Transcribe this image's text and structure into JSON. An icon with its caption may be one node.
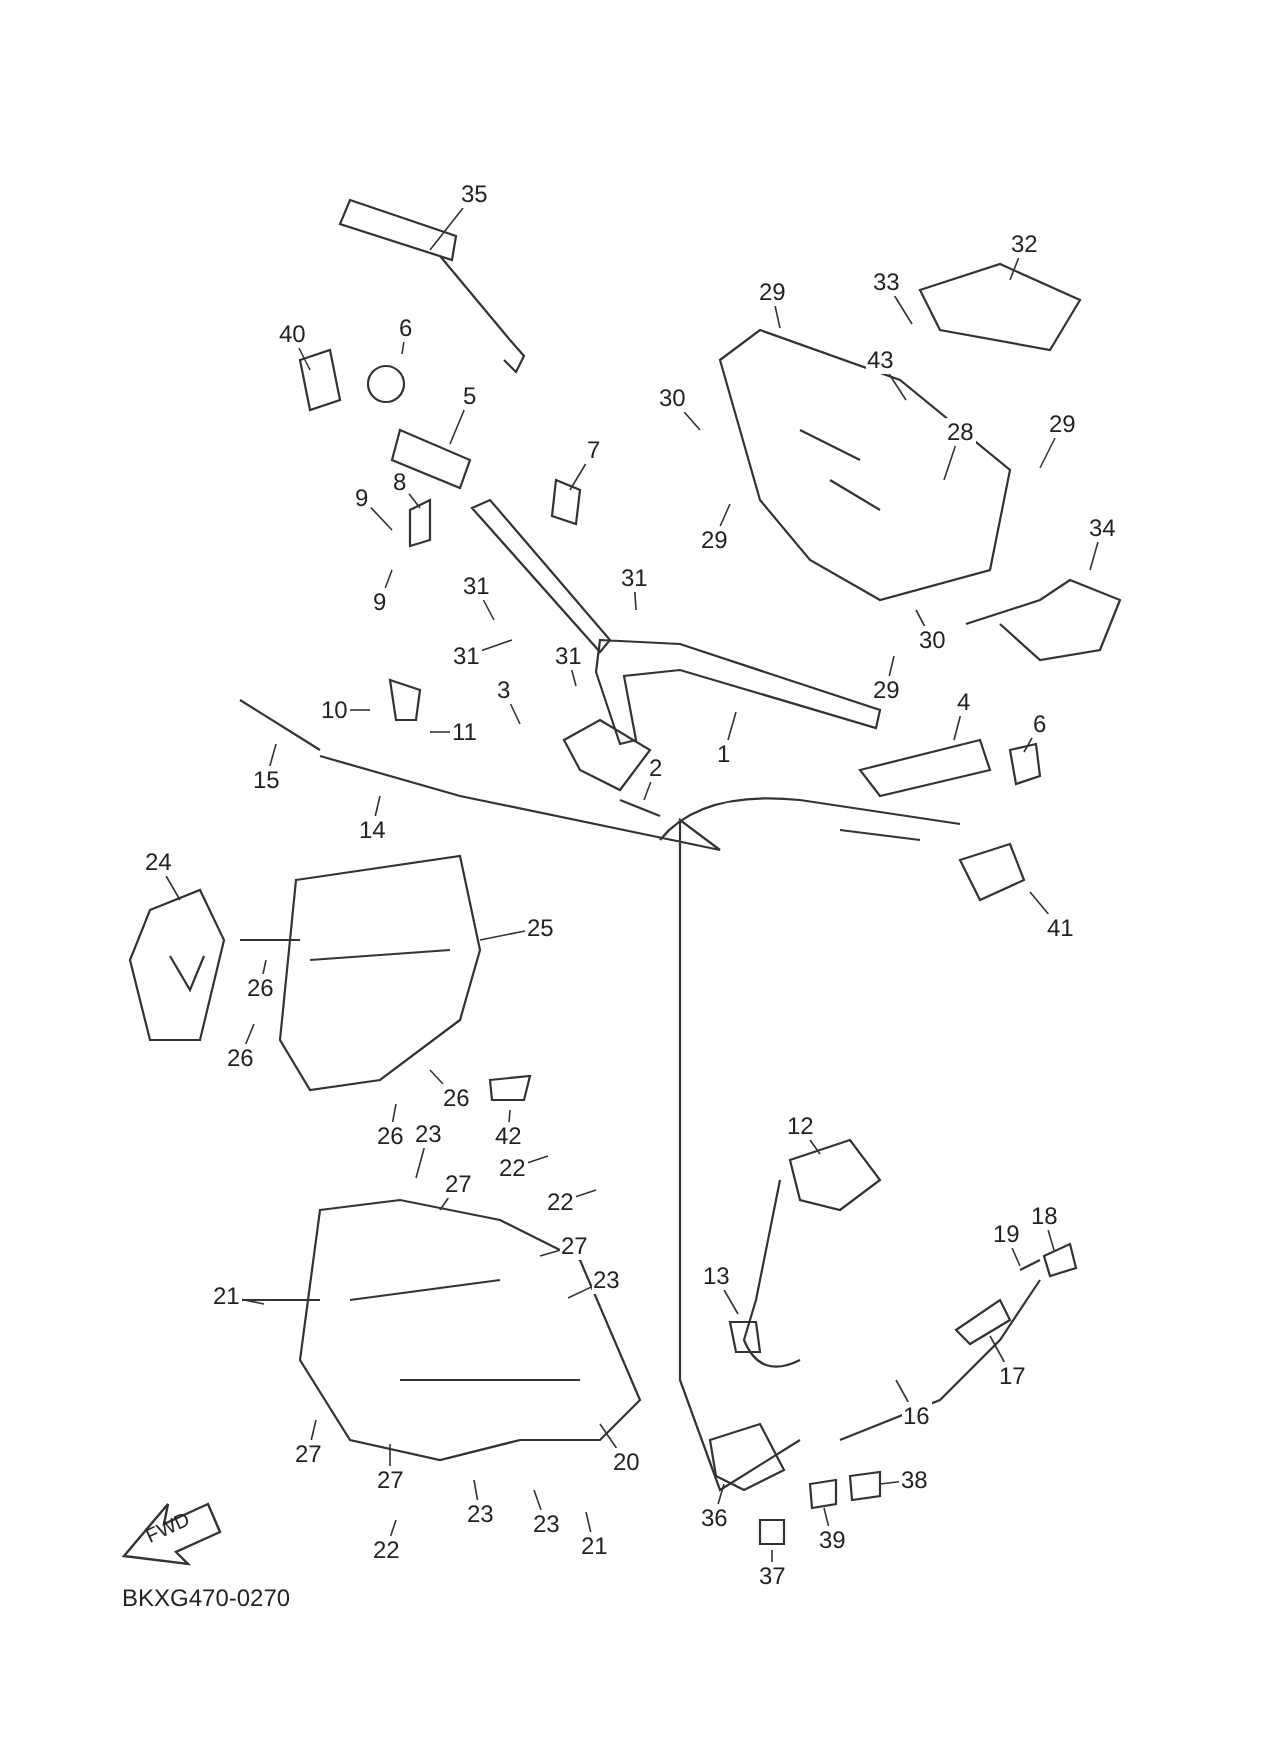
{
  "diagram": {
    "nodes": [
      {
        "text": [
          "35"
        ]
      },
      {
        "text": [
          "40"
        ]
      },
      {
        "text": [
          "6"
        ]
      },
      {
        "text": [
          "5"
        ]
      },
      {
        "text": [
          "7"
        ]
      },
      {
        "text": [
          "8"
        ]
      },
      {
        "text": [
          "9"
        ]
      },
      {
        "text": [
          "9"
        ]
      },
      {
        "text": [
          "31"
        ]
      },
      {
        "text": [
          "31"
        ]
      },
      {
        "text": [
          "31"
        ]
      },
      {
        "text": [
          "31"
        ]
      },
      {
        "text": [
          "3"
        ]
      },
      {
        "text": [
          "10"
        ]
      },
      {
        "text": [
          "11"
        ]
      },
      {
        "text": [
          "15"
        ]
      },
      {
        "text": [
          "14"
        ]
      },
      {
        "text": [
          "2"
        ]
      },
      {
        "text": [
          "1"
        ]
      },
      {
        "text": [
          "29"
        ]
      },
      {
        "text": [
          "33"
        ]
      },
      {
        "text": [
          "32"
        ]
      },
      {
        "text": [
          "43"
        ]
      },
      {
        "text": [
          "30"
        ]
      },
      {
        "text": [
          "28"
        ]
      },
      {
        "text": [
          "29"
        ]
      },
      {
        "text": [
          "29"
        ]
      },
      {
        "text": [
          "34"
        ]
      },
      {
        "text": [
          "30"
        ]
      },
      {
        "text": [
          "29"
        ]
      },
      {
        "text": [
          "4"
        ]
      },
      {
        "text": [
          "6"
        ]
      },
      {
        "text": [
          "41"
        ]
      },
      {
        "text": [
          "24"
        ]
      },
      {
        "text": [
          "25"
        ]
      },
      {
        "text": [
          "26"
        ]
      },
      {
        "text": [
          "26"
        ]
      },
      {
        "text": [
          "26"
        ]
      },
      {
        "text": [
          "42"
        ]
      },
      {
        "text": [
          "26"
        ]
      },
      {
        "text": [
          "23"
        ]
      },
      {
        "text": [
          "27"
        ]
      },
      {
        "text": [
          "22"
        ]
      },
      {
        "text": [
          "22"
        ]
      },
      {
        "text": [
          "27"
        ]
      },
      {
        "text": [
          "23"
        ]
      },
      {
        "text": [
          "21"
        ]
      },
      {
        "text": [
          "12"
        ]
      },
      {
        "text": [
          "19"
        ]
      },
      {
        "text": [
          "18"
        ]
      },
      {
        "text": [
          "13"
        ]
      },
      {
        "text": [
          "17"
        ]
      },
      {
        "text": [
          "16"
        ]
      },
      {
        "text": [
          "20"
        ]
      },
      {
        "text": [
          "27"
        ]
      },
      {
        "text": [
          "27"
        ]
      },
      {
        "text": [
          "36"
        ]
      },
      {
        "text": [
          "38"
        ]
      },
      {
        "text": [
          "22"
        ]
      },
      {
        "text": [
          "23"
        ]
      },
      {
        "text": [
          "23"
        ]
      },
      {
        "text": [
          "21"
        ]
      },
      {
        "text": [
          "37"
        ]
      },
      {
        "text": [
          "39"
        ]
      }
    ],
    "edges": [
      {
        "from": 0,
        "to": null,
        "arrow": "none"
      },
      {
        "from": 1,
        "to": null,
        "arrow": "none"
      },
      {
        "from": 2,
        "to": null,
        "arrow": "none"
      },
      {
        "from": 3,
        "to": null,
        "arrow": "none"
      },
      {
        "from": 4,
        "to": null,
        "arrow": "none"
      },
      {
        "from": 5,
        "to": null,
        "arrow": "none"
      },
      {
        "from": 6,
        "to": null,
        "arrow": "none"
      },
      {
        "from": 7,
        "to": null,
        "arrow": "none"
      },
      {
        "from": 8,
        "to": null,
        "arrow": "none"
      },
      {
        "from": 9,
        "to": null,
        "arrow": "none"
      },
      {
        "from": 10,
        "to": null,
        "arrow": "none"
      },
      {
        "from": 11,
        "to": null,
        "arrow": "none"
      },
      {
        "from": 12,
        "to": null,
        "arrow": "none"
      },
      {
        "from": 13,
        "to": null,
        "arrow": "none"
      },
      {
        "from": 14,
        "to": null,
        "arrow": "none"
      },
      {
        "from": 15,
        "to": null,
        "arrow": "none"
      },
      {
        "from": 16,
        "to": null,
        "arrow": "none"
      },
      {
        "from": 17,
        "to": null,
        "arrow": "none"
      },
      {
        "from": 18,
        "to": null,
        "arrow": "none"
      },
      {
        "from": 19,
        "to": null,
        "arrow": "none"
      },
      {
        "from": 20,
        "to": null,
        "arrow": "none"
      },
      {
        "from": 21,
        "to": null,
        "arrow": "none"
      },
      {
        "from": 22,
        "to": null,
        "arrow": "none"
      },
      {
        "from": 23,
        "to": null,
        "arrow": "none"
      },
      {
        "from": 24,
        "to": null,
        "arrow": "none"
      },
      {
        "from": 25,
        "to": null,
        "arrow": "none"
      },
      {
        "from": 26,
        "to": null,
        "arrow": "none"
      },
      {
        "from": 27,
        "to": null,
        "arrow": "none"
      },
      {
        "from": 28,
        "to": null,
        "arrow": "none"
      },
      {
        "from": 29,
        "to": null,
        "arrow": "none"
      },
      {
        "from": 30,
        "to": null,
        "arrow": "none"
      },
      {
        "from": 31,
        "to": null,
        "arrow": "none"
      },
      {
        "from": 32,
        "to": null,
        "arrow": "none"
      },
      {
        "from": 33,
        "to": null,
        "arrow": "none"
      },
      {
        "from": 34,
        "to": null,
        "arrow": "none"
      },
      {
        "from": 35,
        "to": null,
        "arrow": "none"
      },
      {
        "from": 36,
        "to": null,
        "arrow": "none"
      },
      {
        "from": 37,
        "to": null,
        "arrow": "none"
      },
      {
        "from": 38,
        "to": null,
        "arrow": "none"
      },
      {
        "from": 39,
        "to": null,
        "arrow": "none"
      },
      {
        "from": 40,
        "to": null,
        "arrow": "none"
      },
      {
        "from": 41,
        "to": null,
        "arrow": "none"
      },
      {
        "from": 42,
        "to": null,
        "arrow": "none"
      },
      {
        "from": 43,
        "to": null,
        "arrow": "none"
      },
      {
        "from": 44,
        "to": null,
        "arrow": "none"
      },
      {
        "from": 45,
        "to": null,
        "arrow": "none"
      },
      {
        "from": 46,
        "to": null,
        "arrow": "none"
      },
      {
        "from": 47,
        "to": null,
        "arrow": "none"
      },
      {
        "from": 48,
        "to": null,
        "arrow": "none"
      },
      {
        "from": 49,
        "to": null,
        "arrow": "none"
      },
      {
        "from": 50,
        "to": null,
        "arrow": "none"
      },
      {
        "from": 51,
        "to": null,
        "arrow": "none"
      },
      {
        "from": 52,
        "to": null,
        "arrow": "none"
      },
      {
        "from": 53,
        "to": null,
        "arrow": "none"
      },
      {
        "from": 54,
        "to": null,
        "arrow": "none"
      },
      {
        "from": 55,
        "to": null,
        "arrow": "none"
      },
      {
        "from": 56,
        "to": null,
        "arrow": "none"
      },
      {
        "from": 57,
        "to": null,
        "arrow": "none"
      },
      {
        "from": 58,
        "to": null,
        "arrow": "none"
      },
      {
        "from": 59,
        "to": null,
        "arrow": "none"
      },
      {
        "from": 60,
        "to": null,
        "arrow": "none"
      },
      {
        "from": 61,
        "to": null,
        "arrow": "none"
      },
      {
        "from": 62,
        "to": null,
        "arrow": "none"
      },
      {
        "from": 63,
        "to": null,
        "arrow": "none"
      }
    ],
    "labels": [
      "FWD",
      "BKXG470-0270"
    ]
  }
}
